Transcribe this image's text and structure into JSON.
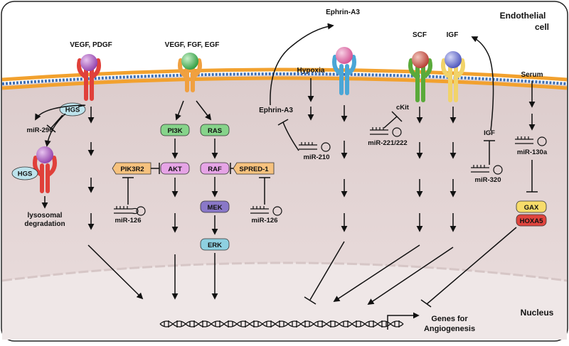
{
  "cell_label": [
    "Endothelial",
    "cell"
  ],
  "nucleus_label": "Nucleus",
  "ligands": {
    "vegf_pdgf": "VEGF, PDGF",
    "vegf_fgf_egf": "VEGF, FGF, EGF",
    "ephrin_top": "Ephrin-A3",
    "scf": "SCF",
    "igf_top": "IGF",
    "serum": "Serum",
    "hypoxia": "Hypoxia"
  },
  "nodes": {
    "hgs_top": "HGS",
    "hgs_bottom": "HGS",
    "mir296": "miR-296",
    "lysosomal": [
      "lysosomal",
      "degradation"
    ],
    "pik3r2": "PIK3R2",
    "mir126_a": "miR-126",
    "pi3k": "PI3K",
    "akt": "AKT",
    "ras": "RAS",
    "raf": "RAF",
    "mek": "MEK",
    "erk": "ERK",
    "spred1": "SPRED-1",
    "mir126_b": "miR-126",
    "ephrin_mid": "Ephrin-A3",
    "mir210": "miR-210",
    "ckit": "cKit",
    "mir221": "miR-221/222",
    "igf_mid": "IGF",
    "mir320": "miR-320",
    "mir130a": "miR-130a",
    "gax": "GAX",
    "hoxa5": "HOXA5"
  },
  "genes_label": [
    "Genes for",
    "Angiogenesis"
  ],
  "colors": {
    "membrane_orange": "#f2a12e",
    "membrane_blue": "#3d6fb5",
    "cytoplasm": "#e6dada",
    "nucleus": "#efe6e6",
    "receptor_red": "#e0403a",
    "receptor_orange": "#f0a040",
    "receptor_blue": "#4aa6d6",
    "receptor_green": "#5aaa3a",
    "receptor_yellow": "#f1d36a",
    "ligand_purple": "#a04cb8",
    "ligand_green": "#3cb050",
    "ligand_pink": "#e26aa6",
    "ligand_red": "#c8403a",
    "ligand_blue": "#5a62c8",
    "hgs_fill": "#bde3ec",
    "pi3k_fill": "#86d38a",
    "pik3r2_fill": "#f6c27e",
    "akt_fill": "#e6a4e6",
    "raf_fill": "#e6a4e6",
    "mek_fill": "#8a78c8",
    "erk_fill": "#8ed0e0",
    "gax_fill": "#f7dc6a",
    "hoxa5_fill": "#e0453e"
  }
}
